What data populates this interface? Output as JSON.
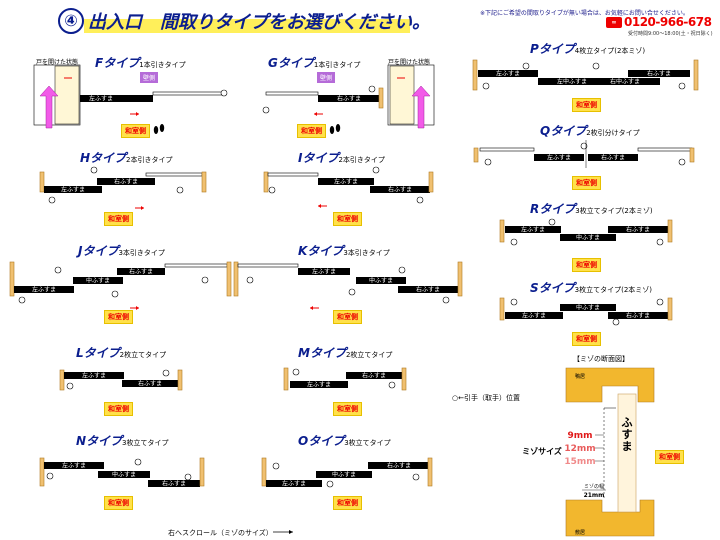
{
  "header": {
    "number": "④",
    "title": "出入口　間取りタイプをお選びください。",
    "note": "※下記にご希望の間取りタイプが無い場合は、お気軽にお問い合せください。",
    "phone_icon": "フリーダイヤル",
    "phone": "0120-966-678",
    "hours": "受付時間9:00〜18:00(土・祝日除く)"
  },
  "labels": {
    "door_open": "戸を開けた状態",
    "washitsu": "和室側",
    "kabe": "壁側",
    "hikite": "○←引手（取手）位置",
    "scroll": "右へスクロール（ミゾのサイズ）",
    "left": "左ふすま",
    "right": "右ふすま",
    "center": "中ふすま",
    "left_center": "左中ふすま",
    "right_center": "右中ふすま"
  },
  "types": [
    {
      "id": "F",
      "name": "Fタイプ",
      "sub": "1本引きタイプ"
    },
    {
      "id": "G",
      "name": "Gタイプ",
      "sub": "1本引きタイプ"
    },
    {
      "id": "H",
      "name": "Hタイプ",
      "sub": "2本引きタイプ"
    },
    {
      "id": "I",
      "name": "Iタイプ",
      "sub": "2本引きタイプ"
    },
    {
      "id": "J",
      "name": "Jタイプ",
      "sub": "3本引きタイプ"
    },
    {
      "id": "K",
      "name": "Kタイプ",
      "sub": "3本引きタイプ"
    },
    {
      "id": "L",
      "name": "Lタイプ",
      "sub": "2枚立てタイプ"
    },
    {
      "id": "M",
      "name": "Mタイプ",
      "sub": "2枚立てタイプ"
    },
    {
      "id": "N",
      "name": "Nタイプ",
      "sub": "3枚立てタイプ"
    },
    {
      "id": "O",
      "name": "Oタイプ",
      "sub": "3枚立てタイプ"
    },
    {
      "id": "P",
      "name": "Pタイプ",
      "sub": "4枚立タイプ(2本ミゾ)"
    },
    {
      "id": "Q",
      "name": "Qタイプ",
      "sub": "2枚引分けタイプ"
    },
    {
      "id": "R",
      "name": "Rタイプ",
      "sub": "3枚立てタイプ(2本ミゾ)"
    },
    {
      "id": "S",
      "name": "Sタイプ",
      "sub": "3枚立てタイプ(2本ミゾ)"
    }
  ],
  "section": {
    "title": "【ミゾの断面図】",
    "kamoi": "鴨居",
    "shikii": "敷居",
    "fusuma": "ふすま",
    "mizo_size": "ミゾサイズ",
    "sizes": [
      "9mm",
      "12mm",
      "15mm"
    ],
    "mizo_width_label": "ミゾの幅",
    "mizo_width": "21mm",
    "washitsu": "和室側"
  }
}
